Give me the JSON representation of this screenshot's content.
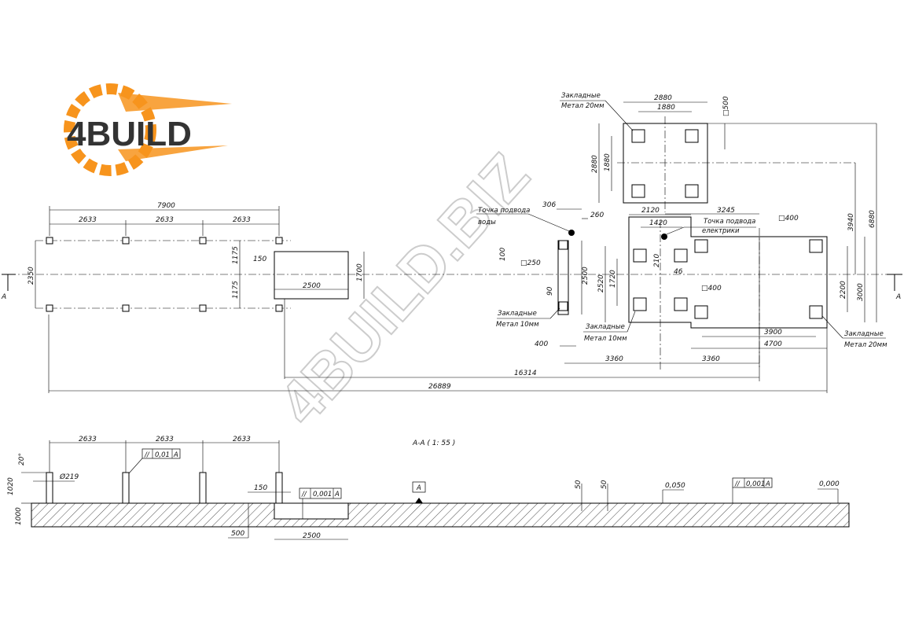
{
  "logo": {
    "text": "4BUILD",
    "brand_color": "#f7941d"
  },
  "watermark": "4BUILD.BIZ",
  "section_title": "A-A ( 1: 55 )",
  "section_marker": "A",
  "datum": "A",
  "notes": {
    "embed_20_top": [
      "Закладные",
      "Метал 20мм"
    ],
    "water": [
      "Точка подвода",
      "воды"
    ],
    "electric": [
      "Точка подвода",
      "електрики"
    ],
    "embed_10_left": [
      "Закладные",
      "Метал 10мм"
    ],
    "embed_10_mid": [
      "Закладные",
      "Метал 10мм"
    ],
    "embed_20_right": [
      "Закладные",
      "Метал 20мм"
    ]
  },
  "dims_left": {
    "total": "7900",
    "span1": "2633",
    "span2": "2633",
    "span3": "2633",
    "width": "2350",
    "half1": "1175",
    "half2": "1175",
    "offset": "150",
    "pit_len": "2500",
    "pit_w": "1700"
  },
  "dims_right": {
    "top_w": "2880",
    "top_inner": "1880",
    "top_h": "2880",
    "top_inner_h": "1880",
    "top_sq": "□500",
    "d306": "306",
    "d260": "260",
    "d100": "100",
    "sq250": "□250",
    "d90": "90",
    "d2500": "2500",
    "d400": "400",
    "d2120": "2120",
    "d1420": "1420",
    "d3245": "3245",
    "d210": "210",
    "d46": "46",
    "d2520": "2520",
    "d1720": "1720",
    "sq400a": "□400",
    "sq400b": "□400",
    "d3940": "3940",
    "d6880": "6880",
    "d2200": "2200",
    "d3000": "3000",
    "d3900": "3900",
    "d4700": "4700",
    "d3360a": "3360",
    "d3360b": "3360",
    "d16314": "16314",
    "d26889": "26889"
  },
  "dims_section": {
    "span1": "2633",
    "span2": "2633",
    "span3": "2633",
    "angle": "20°",
    "height": "1020",
    "slab": "1000",
    "dia": "Ø219",
    "offset": "150",
    "pit_depth": "500",
    "pit_len": "2500",
    "tol1": {
      "sym": "//",
      "val": "0,01",
      "ref": "A"
    },
    "tol2": {
      "sym": "//",
      "val": "0,001",
      "ref": "A"
    },
    "tol3": {
      "sym": "//",
      "val": "0,001",
      "ref": "A"
    },
    "d50a": "50",
    "d50b": "50",
    "lvl1": "0,050",
    "lvl2": "0,000"
  }
}
